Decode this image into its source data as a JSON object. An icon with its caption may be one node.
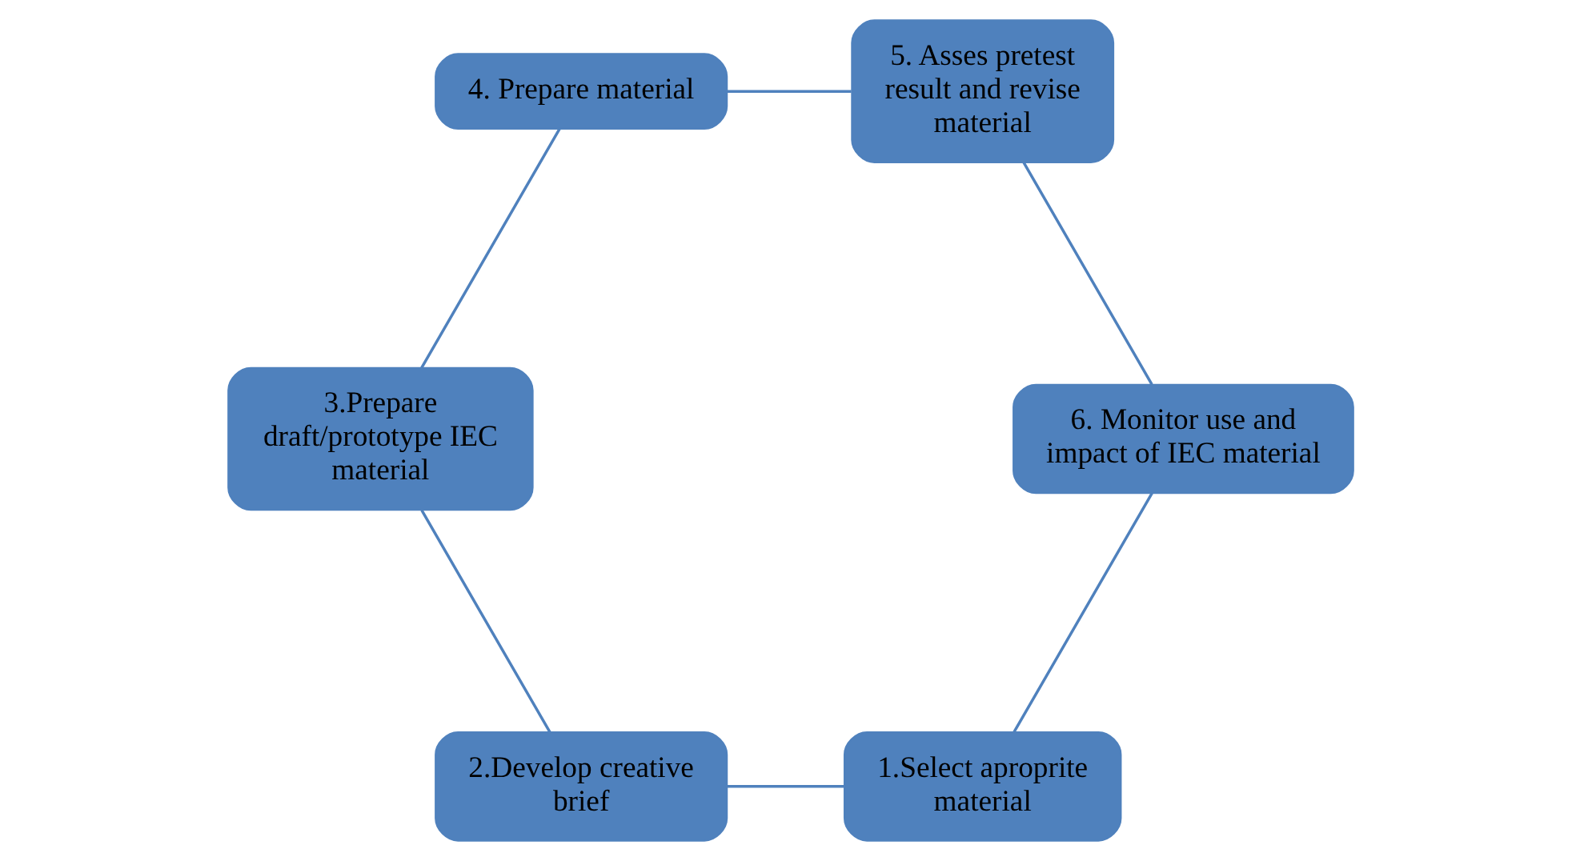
{
  "diagram": {
    "nodes": [
      {
        "text": [
          "1.Select aproprite material"
        ]
      },
      {
        "text": [
          "2.Develop creative brief"
        ]
      },
      {
        "text": [
          "3.Prepare draft/prototype IEC material"
        ]
      },
      {
        "text": [
          "4. Prepare material"
        ]
      },
      {
        "text": [
          "5. Asses pretest result and revise material"
        ]
      },
      {
        "text": [
          "6. Monitor use and impact of IEC material"
        ]
      }
    ],
    "edges": [
      {
        "from": 0,
        "to": 1,
        "arrow": "none"
      },
      {
        "from": 1,
        "to": 2,
        "arrow": "none"
      },
      {
        "from": 2,
        "to": 3,
        "arrow": "none"
      },
      {
        "from": 3,
        "to": 4,
        "arrow": "none"
      },
      {
        "from": 4,
        "to": 5,
        "arrow": "none"
      },
      {
        "from": 5,
        "to": 0,
        "arrow": "none"
      }
    ]
  }
}
